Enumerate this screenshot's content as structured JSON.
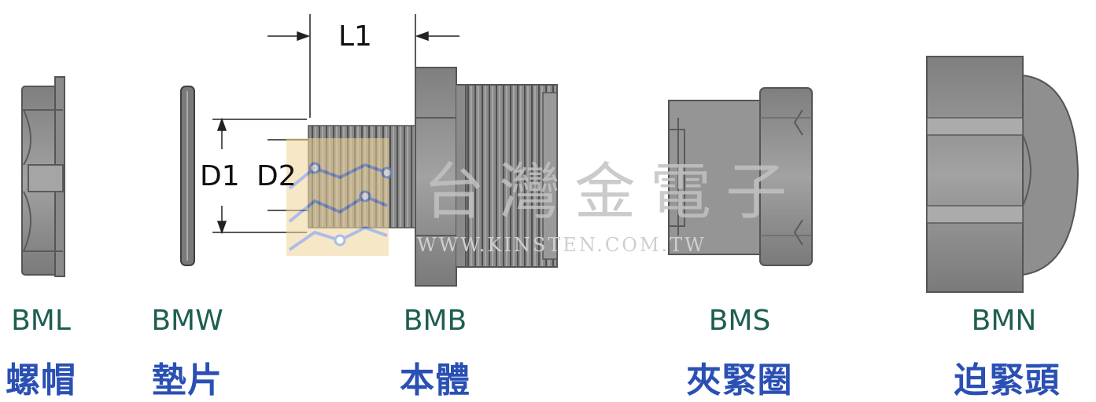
{
  "dimensions": {
    "length": "L1",
    "inner_diameter": "D1",
    "outer_diameter": "D2"
  },
  "parts": [
    {
      "code": "BML",
      "name": "螺帽"
    },
    {
      "code": "BMW",
      "name": "墊片"
    },
    {
      "code": "BMB",
      "name": "本體"
    },
    {
      "code": "BMS",
      "name": "夾緊圈"
    },
    {
      "code": "BMN",
      "name": "迫緊頭"
    }
  ],
  "watermark": {
    "brand": "台灣金電子",
    "url": "WWW.KINSTEN.COM.TW"
  },
  "colors": {
    "part_fill": "#8d8d8d",
    "part_edge": "#5a5a5a",
    "code_text": "#1d5e50",
    "name_text": "#2a50b4"
  }
}
